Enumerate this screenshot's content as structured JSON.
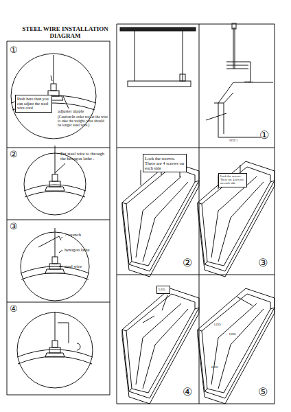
{
  "diagram": {
    "title": "STEEL WIRE INSTALLATION DIAGRAM",
    "nodes": [
      {
        "text": [
          "Push here then you can adjust the steel wire cord"
        ]
      },
      {
        "text": [
          "Lock the screws. There are 4 screws on each side"
        ]
      },
      {
        "text": [
          "Lock the screws. There are 4 screws on each side"
        ]
      },
      {
        "text": [
          "LED"
        ]
      }
    ],
    "labels": [
      "①",
      "adjuster nipple",
      "(Caution:In order not let the wire to take the weight, wire should be longer steel wire.)",
      "②",
      "Put steel wire to through the hexagon lathe .",
      "③",
      "7 wrench",
      "hexagon lathe",
      "steel wire",
      "④",
      "STEP 1",
      "STEP 2",
      "①",
      "②",
      "③",
      "④",
      "⑤",
      "LED",
      "LED",
      "LED"
    ]
  }
}
